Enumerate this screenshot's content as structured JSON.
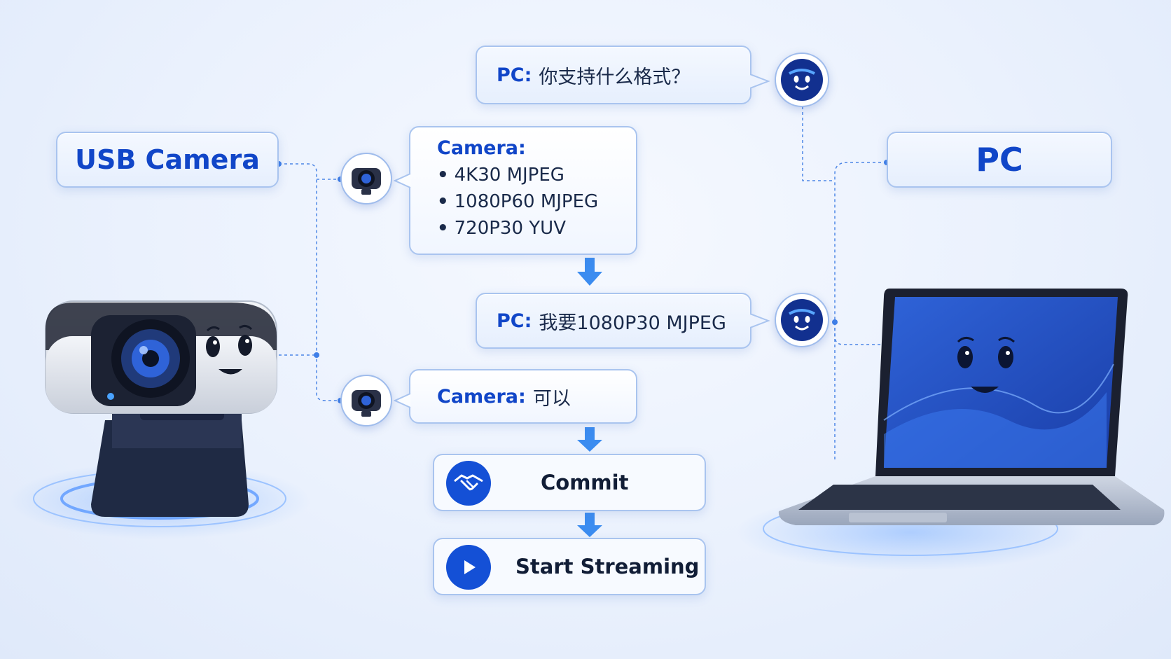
{
  "nodes": {
    "camera_title": "USB Camera",
    "pc_title": "PC"
  },
  "messages": {
    "pc_ask": {
      "speaker": "PC:",
      "text": "你支持什么格式？"
    },
    "camera_formats": {
      "speaker": "Camera:",
      "items": [
        "4K30 MJPEG",
        "1080P60 MJPEG",
        "720P30 YUV"
      ]
    },
    "pc_request": {
      "speaker": "PC:",
      "text": "我要1080P30 MJPEG"
    },
    "camera_ok": {
      "speaker": "Camera:",
      "text": "可以"
    }
  },
  "actions": {
    "commit": {
      "label": "Commit",
      "icon": "handshake-icon"
    },
    "start": {
      "label": "Start Streaming",
      "icon": "play-icon"
    }
  },
  "colors": {
    "accent": "#1146c8",
    "connector": "#4d86e6",
    "avatar_dark": "#12308f"
  }
}
